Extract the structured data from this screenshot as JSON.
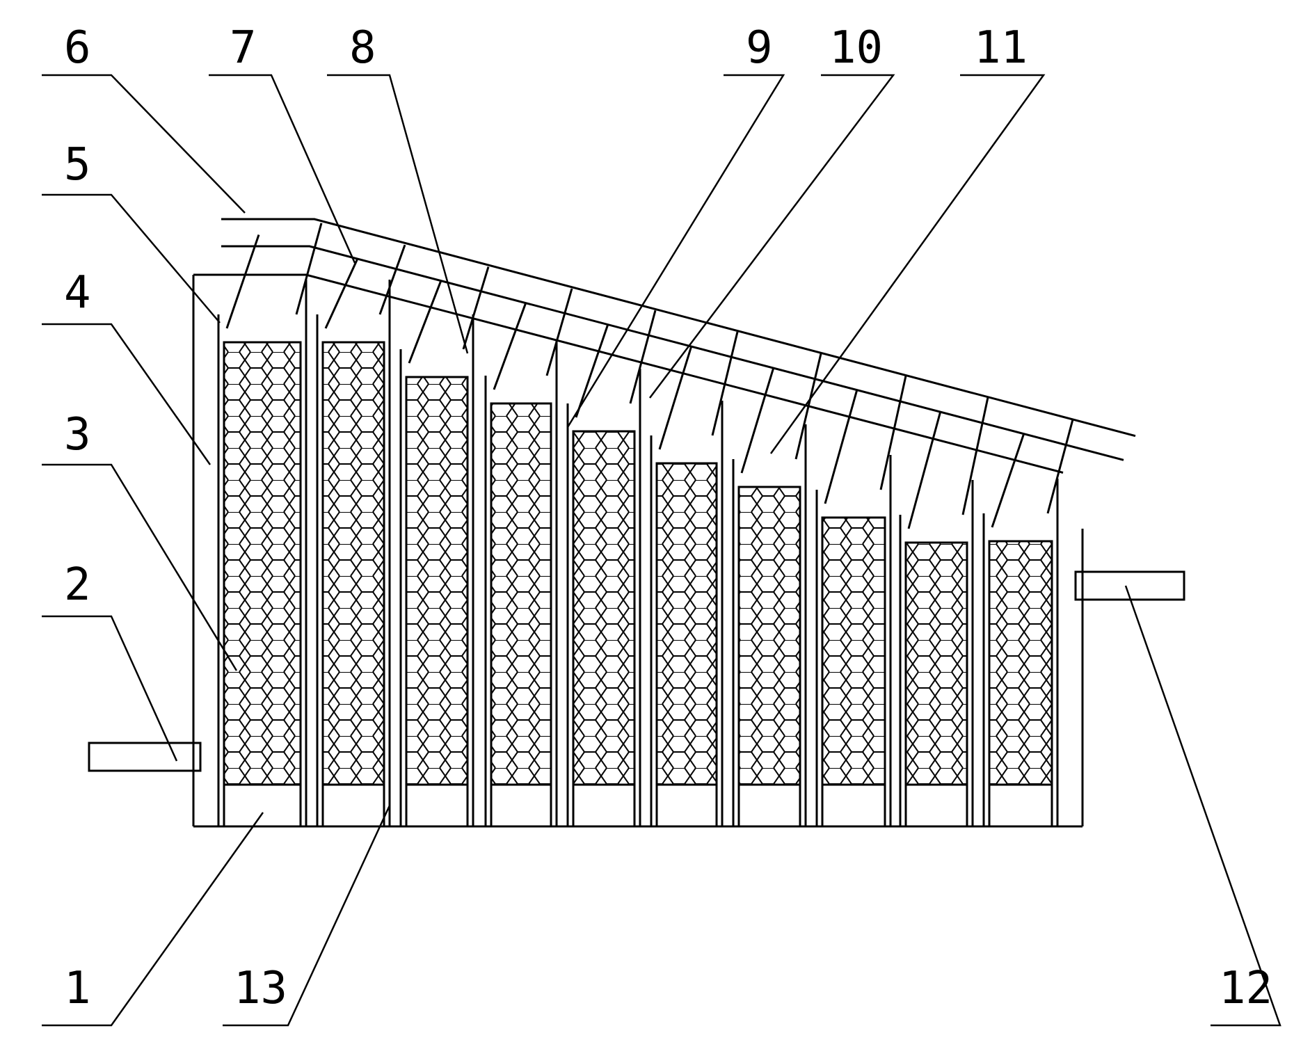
{
  "diagram": {
    "callouts": [
      {
        "id": "1",
        "text": "1"
      },
      {
        "id": "2",
        "text": "2"
      },
      {
        "id": "3",
        "text": "3"
      },
      {
        "id": "4",
        "text": "4"
      },
      {
        "id": "5",
        "text": "5"
      },
      {
        "id": "6",
        "text": "6"
      },
      {
        "id": "7",
        "text": "7"
      },
      {
        "id": "8",
        "text": "8"
      },
      {
        "id": "9",
        "text": "9"
      },
      {
        "id": "10",
        "text": "10"
      },
      {
        "id": "11",
        "text": "11"
      },
      {
        "id": "12",
        "text": "12"
      },
      {
        "id": "13",
        "text": "13"
      }
    ],
    "filter_columns_count": 10,
    "line_color": "#000000",
    "background": "#ffffff"
  }
}
